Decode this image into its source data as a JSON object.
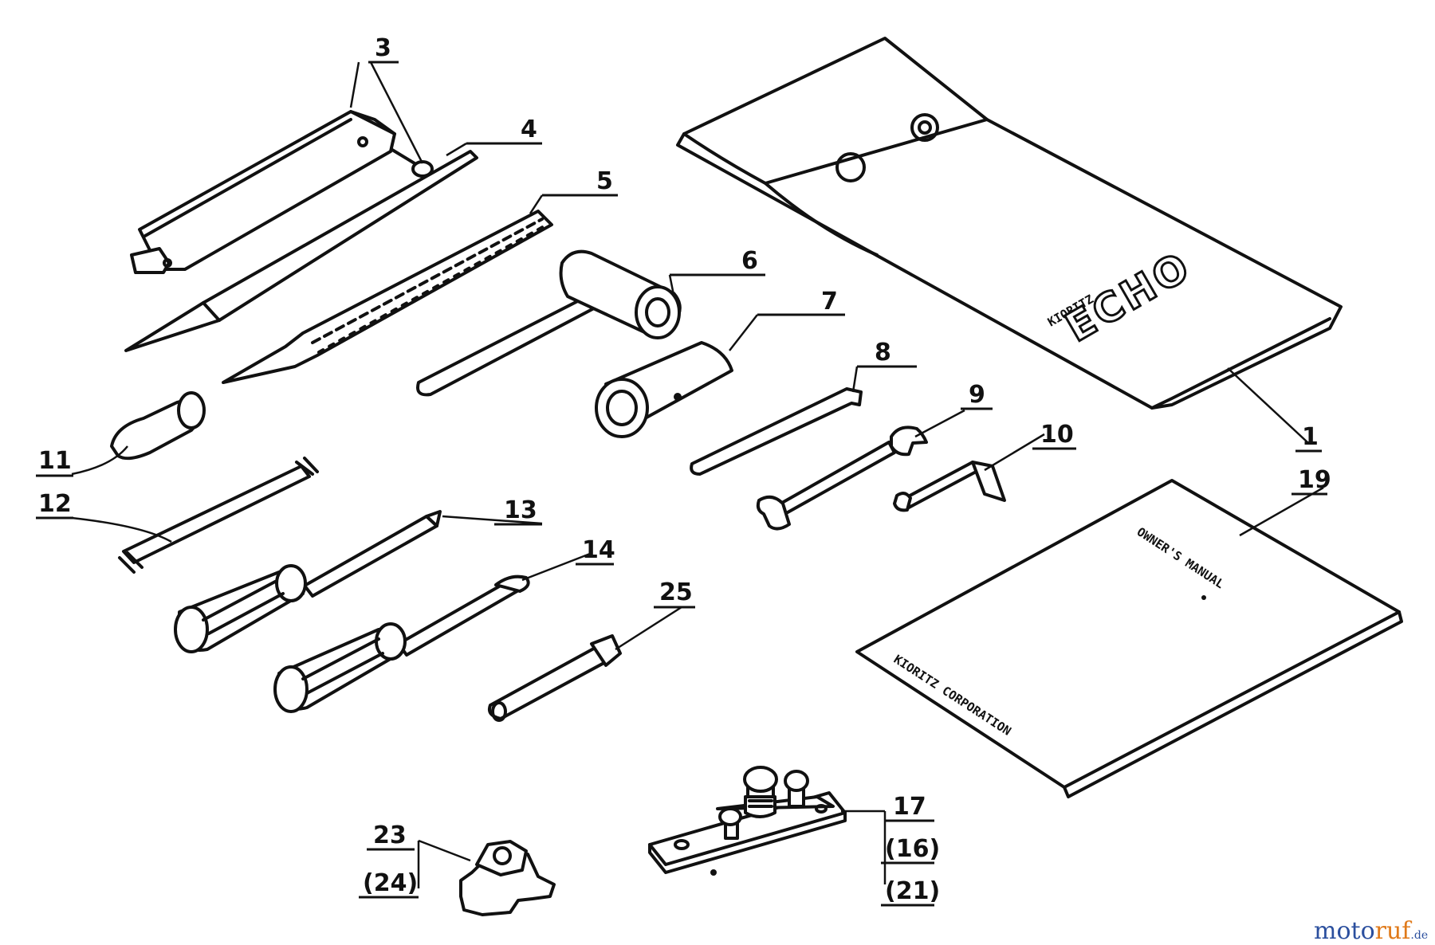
{
  "callouts": {
    "p1": "1",
    "p3": "3",
    "p4": "4",
    "p5": "5",
    "p6": "6",
    "p7": "7",
    "p8": "8",
    "p9": "9",
    "p10": "10",
    "p11": "11",
    "p12": "12",
    "p13": "13",
    "p14": "14",
    "p16": "(16)",
    "p17": "17",
    "p19": "19",
    "p21": "(21)",
    "p23": "23",
    "p24": "(24)",
    "p25": "25"
  },
  "case_label": {
    "small": "KIORITZ",
    "brand": "ECHO"
  },
  "manual": {
    "title_line": "OWNER'S MANUAL",
    "footer_line": "KIORITZ CORPORATION"
  },
  "watermark": {
    "part1": "moto",
    "part2": "ruf",
    "suffix": ".de"
  }
}
